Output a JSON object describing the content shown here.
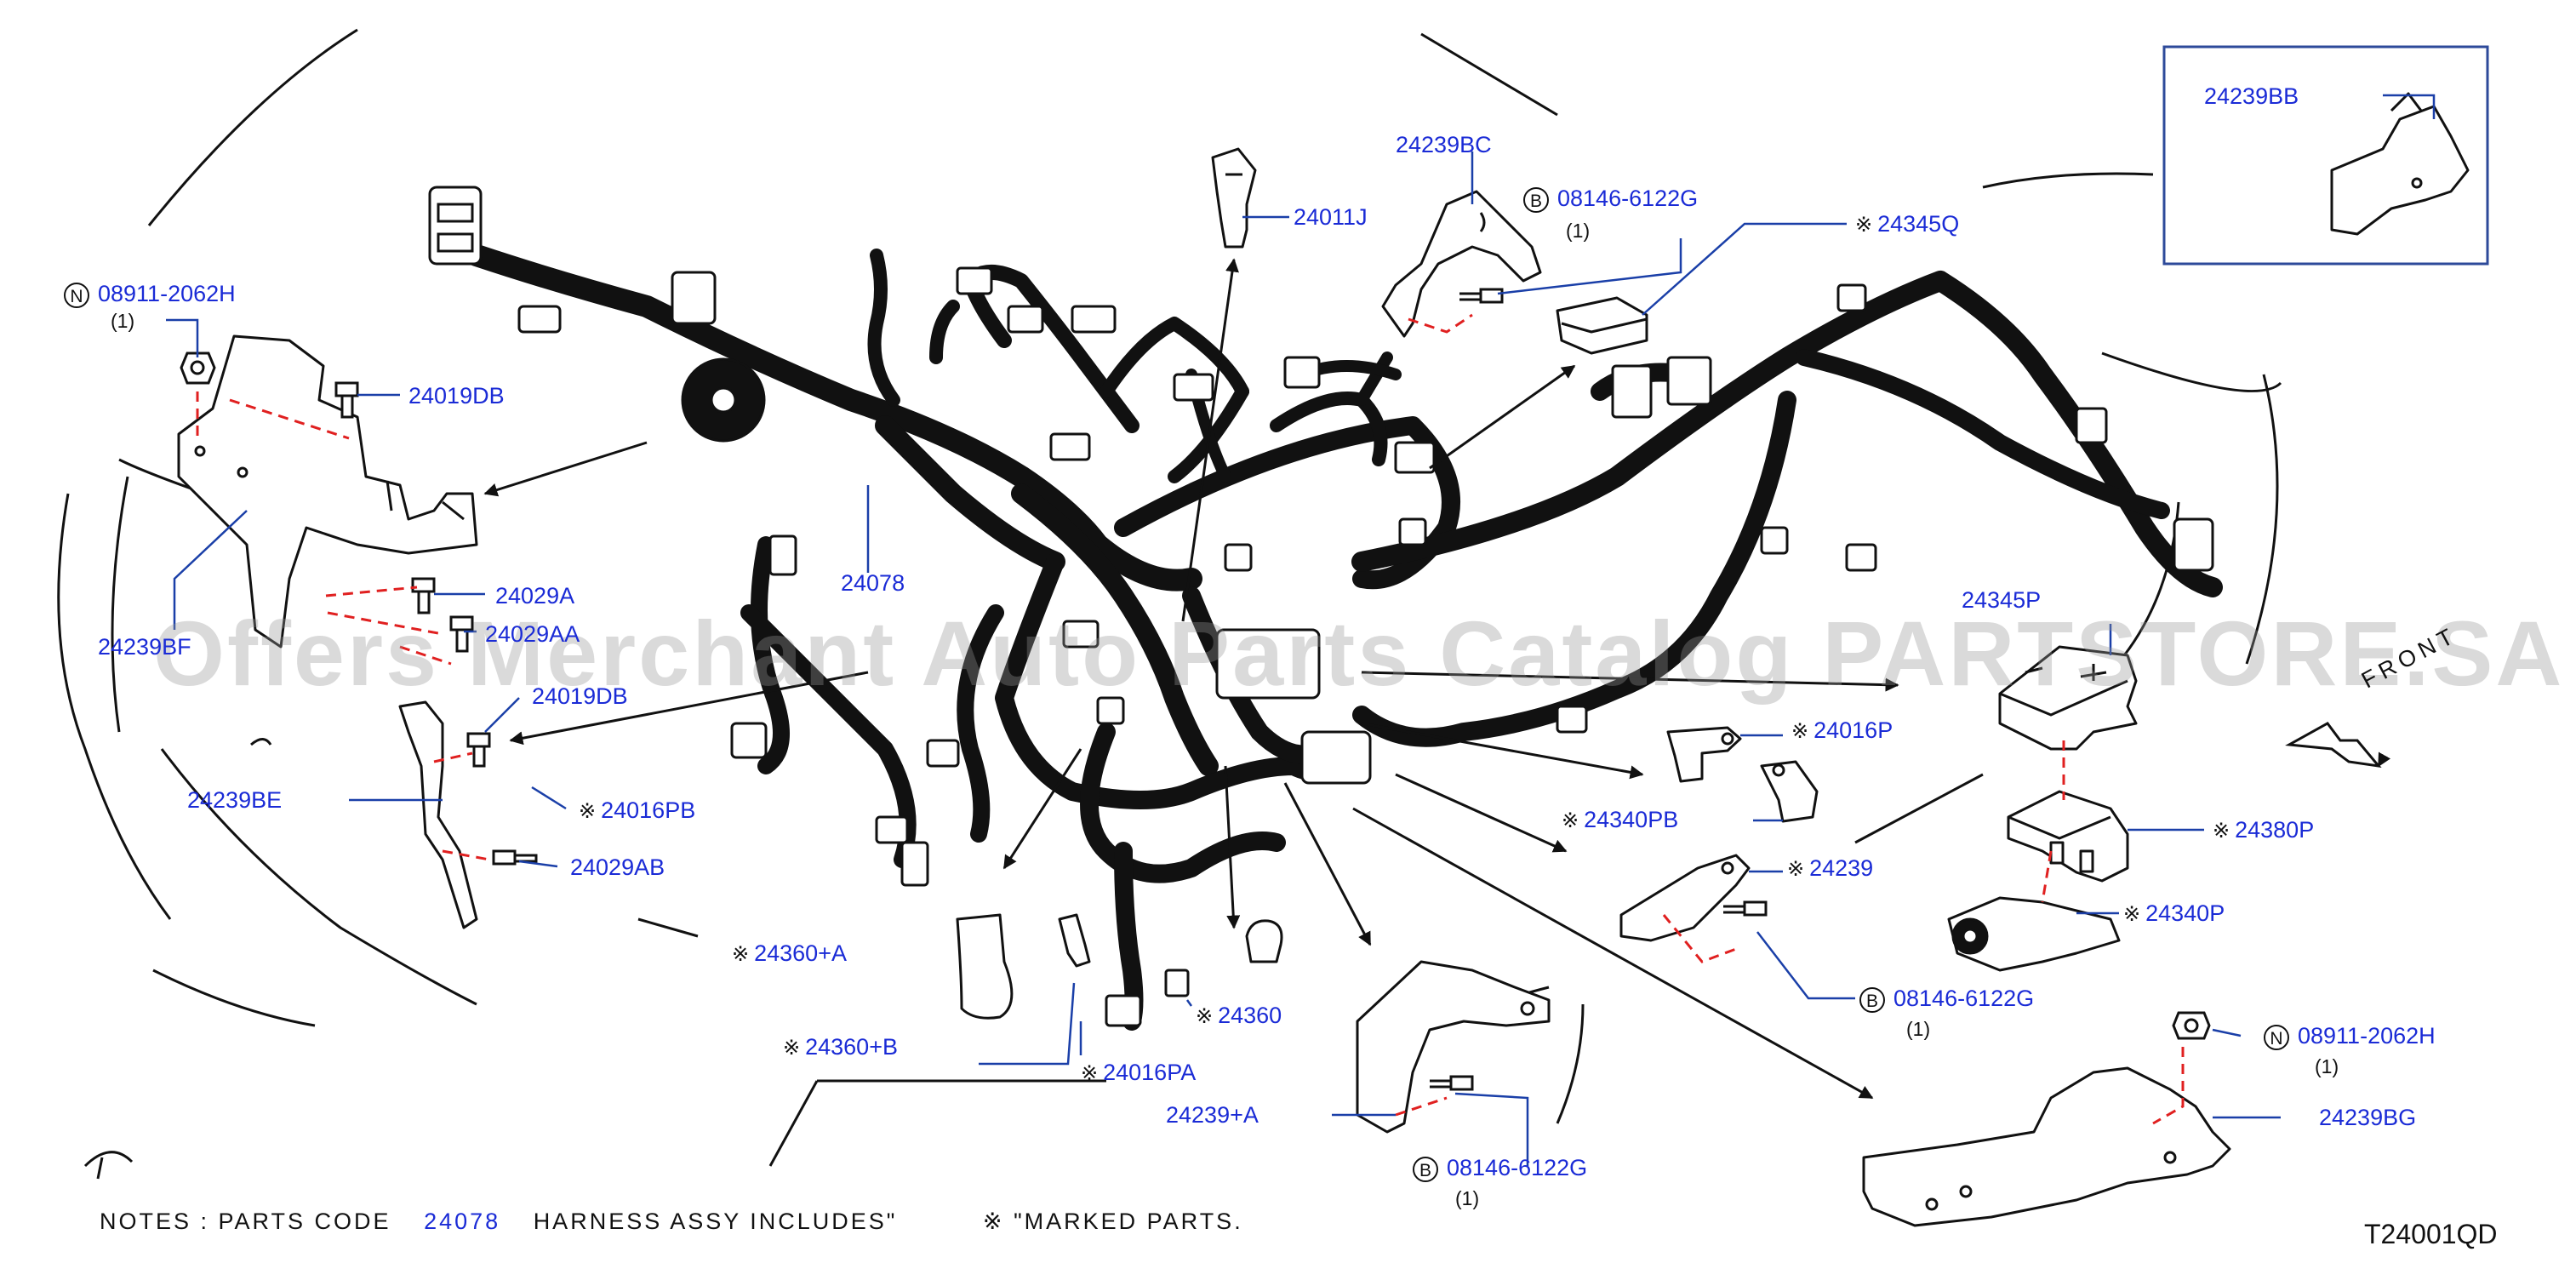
{
  "diagram_id": "T24001QD",
  "watermark": "Offers Merchant Auto Parts Catalog PARTSTORE.SA",
  "front_label": "FRONT",
  "marked_symbol": "※",
  "labels": {
    "p24239BB": "24239BB",
    "p24239BC": "24239BC",
    "p08146_top": "08146-6122G",
    "q_top": "(1)",
    "p24011J": "24011J",
    "p24345Q": "24345Q",
    "p08911_left": "08911-2062H",
    "q_left": "(1)",
    "p24019DB_1": "24019DB",
    "p24239BF": "24239BF",
    "p24029A": "24029A",
    "p24029AA": "24029AA",
    "p24078": "24078",
    "p24019DB_2": "24019DB",
    "p24239BE": "24239BE",
    "p24016PB": "24016PB",
    "p24029AB": "24029AB",
    "p24345P": "24345P",
    "p24016P": "24016P",
    "p24340PB": "24340PB",
    "p24239": "24239",
    "p24380P": "24380P",
    "p24340P": "24340P",
    "p08146_mid": "08146-6122G",
    "q_mid": "(1)",
    "p08911_right": "08911-2062H",
    "q_right": "(1)",
    "p24239BG": "24239BG",
    "p24360A": "24360+A",
    "p24360B": "24360+B",
    "p24016PA": "24016PA",
    "p24360": "24360",
    "p24239A": "24239+A",
    "p08146_bot": "08146-6122G",
    "q_bot": "(1)"
  },
  "badges": {
    "bolt": "B",
    "nut": "N"
  },
  "notes": {
    "lead": "NOTES  :  PARTS  CODE",
    "code": "24078",
    "text": "HARNESS  ASSY  INCLUDES\"",
    "marked": "\"MARKED  PARTS."
  },
  "colors": {
    "label": "#1a2bd6",
    "leader": "#1a3fa8",
    "harness": "#111111",
    "dash": "#e02020",
    "inset_frame": "#2d4a9a"
  }
}
